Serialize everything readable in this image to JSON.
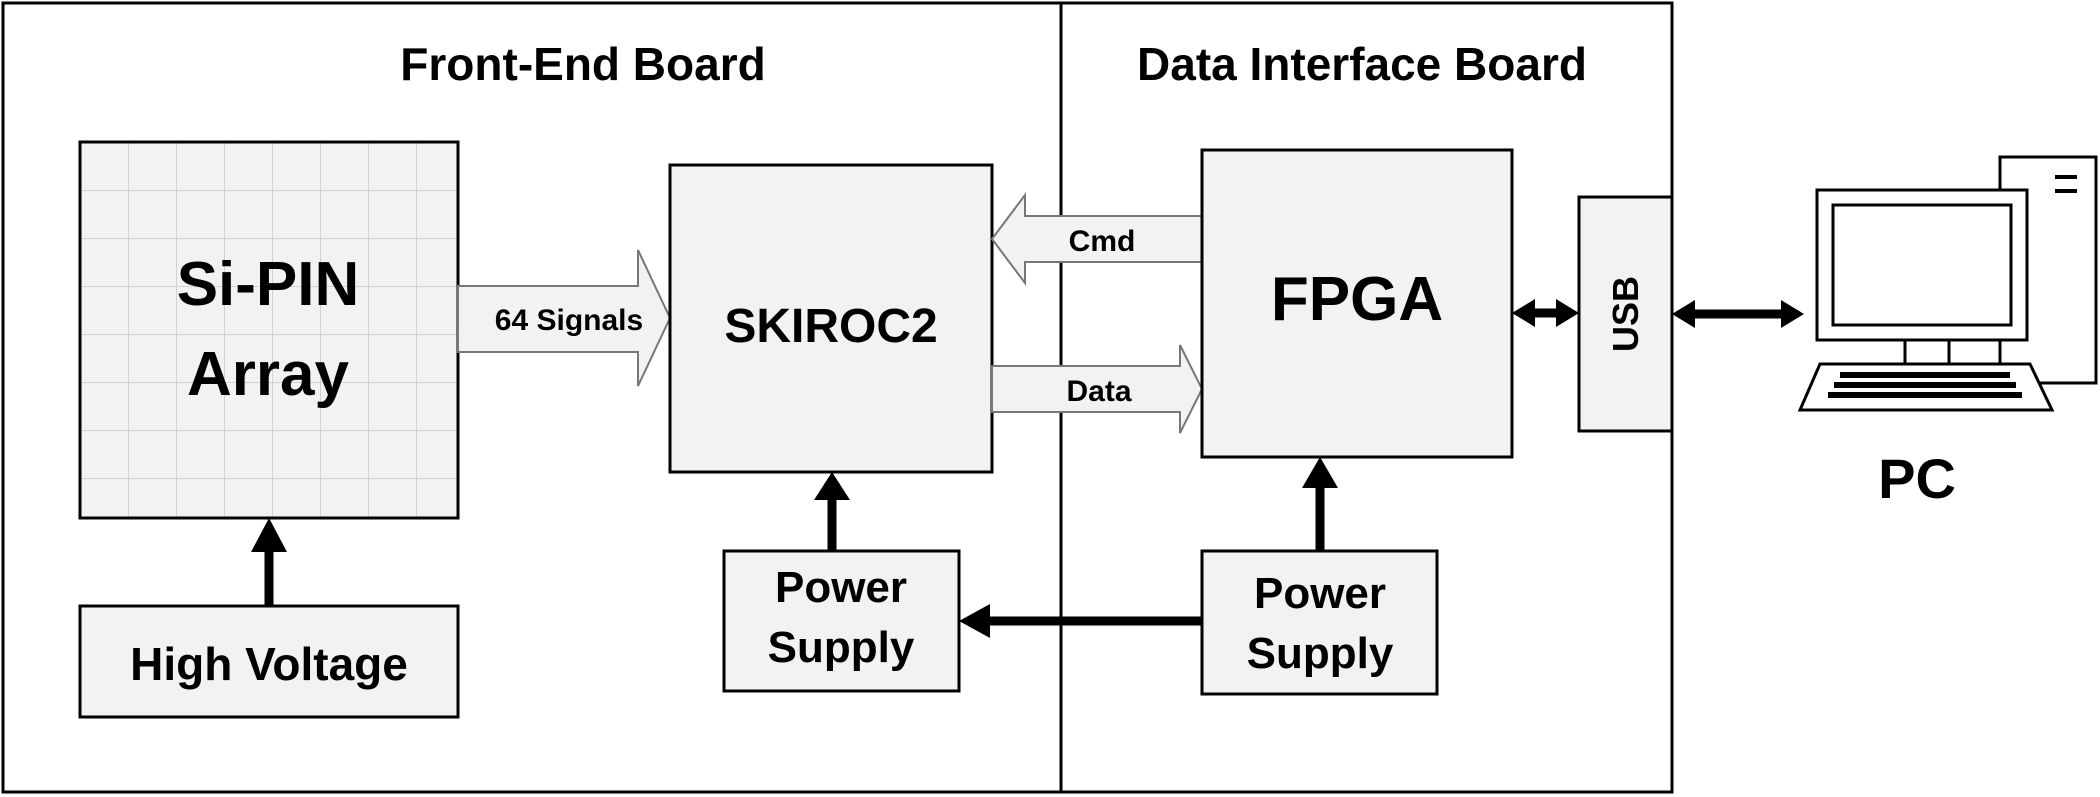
{
  "boards": {
    "front_end": "Front-End Board",
    "data_interface": "Data Interface Board"
  },
  "blocks": {
    "sipin_line1": "Si-PIN",
    "sipin_line2": "Array",
    "high_voltage": "High Voltage",
    "skiroc": "SKIROC2",
    "fpga": "FPGA",
    "usb": "USB",
    "power_fe_line1": "Power",
    "power_fe_line2": "Supply",
    "power_di_line1": "Power",
    "power_di_line2": "Supply",
    "pc": "PC"
  },
  "arrows": {
    "signals": "64 Signals",
    "cmd": "Cmd",
    "data": "Data"
  },
  "colors": {
    "block_fill": "#f2f2f2",
    "grid_line": "#c8c8c8",
    "stroke": "#000000"
  }
}
